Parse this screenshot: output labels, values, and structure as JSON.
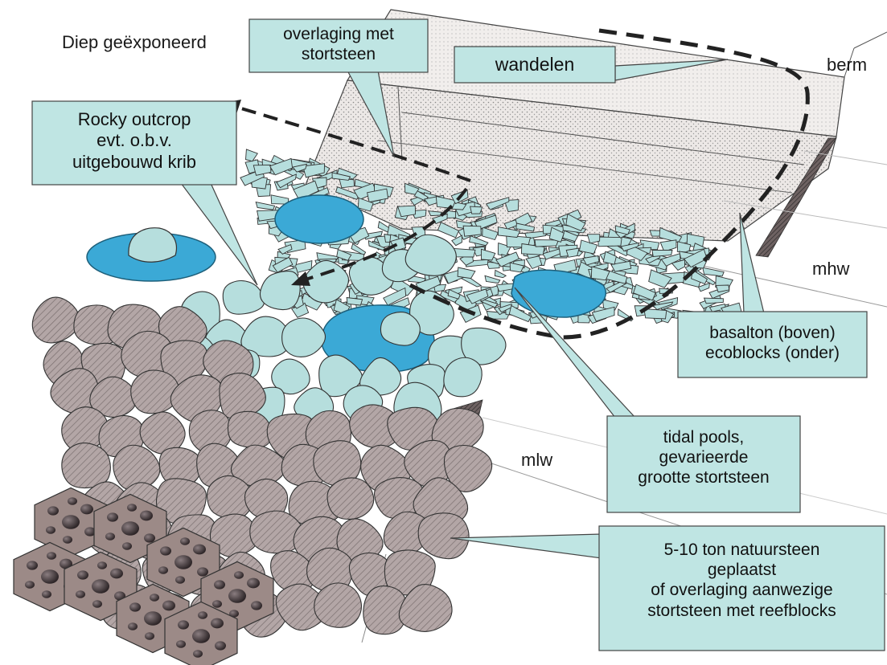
{
  "labels": {
    "diep": "Diep geëxponeerd",
    "berm": "berm",
    "mhw": "mhw",
    "mlw": "mlw"
  },
  "callouts": {
    "overlaging": "overlaging met\nstortsteen",
    "wandelen": "wandelen",
    "rocky": "Rocky outcrop\nevt. o.b.v.\nuitgebouwd krib",
    "basalton": "basalton (boven)\necoblocks (onder)",
    "tidal": "tidal pools,\ngevarieerde\ngrootte stortsteen",
    "natuursteen": "5-10 ton natuursteen\ngeplaatst\nof overlaging aanwezige\nstortsteen met reefblocks"
  },
  "colors": {
    "callout_fill": "#bfe5e3",
    "rock_light": "#b6dedd",
    "rock_gray": "#b3a6a6",
    "water": "#3ba9d6",
    "reefblock": "#9c8a87",
    "berm_fill": "#e3ddda"
  }
}
